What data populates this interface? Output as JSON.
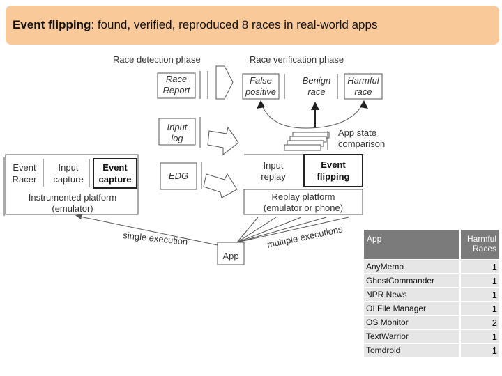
{
  "banner": {
    "title_bold": "Event flipping",
    "title_rest": ": found, verified, reproduced 8 races in real-world apps"
  },
  "diagram": {
    "phase_detection": "Race detection phase",
    "phase_verification": "Race verification phase",
    "race_report_1": "Race",
    "race_report_2": "Report",
    "input_log_1": "Input",
    "input_log_2": "log",
    "edg": "EDG",
    "false_positive_1": "False",
    "false_positive_2": "positive",
    "benign_race_1": "Benign",
    "benign_race_2": "race",
    "harmful_race_1": "Harmful",
    "harmful_race_2": "race",
    "app_state_1": "App state",
    "app_state_2": "comparison",
    "event_racer_1": "Event",
    "event_racer_2": "Racer",
    "input_capture_1": "Input",
    "input_capture_2": "capture",
    "event_capture_1": "Event",
    "event_capture_2": "capture",
    "instrumented_1": "Instrumented platform",
    "instrumented_2": "(emulator)",
    "input_replay_1": "Input",
    "input_replay_2": "replay",
    "event_flipping_1": "Event",
    "event_flipping_2": "flipping",
    "replay_platform_1": "Replay platform",
    "replay_platform_2": "(emulator or phone)",
    "single_execution": "single execution",
    "multiple_executions": "multiple executions",
    "app": "App"
  },
  "table": {
    "headers": [
      "App",
      "Harmful Races"
    ],
    "header_app": "App",
    "header_harmful_1": "Harmful",
    "header_harmful_2": "Races",
    "rows": [
      {
        "app": "AnyMemo",
        "races": "1"
      },
      {
        "app": "GhostCommander",
        "races": "1"
      },
      {
        "app": "NPR News",
        "races": "1"
      },
      {
        "app": "OI File Manager",
        "races": "1"
      },
      {
        "app": "OS Monitor",
        "races": "2"
      },
      {
        "app": "TextWarrior",
        "races": "1"
      },
      {
        "app": "Tomdroid",
        "races": "1"
      }
    ]
  }
}
